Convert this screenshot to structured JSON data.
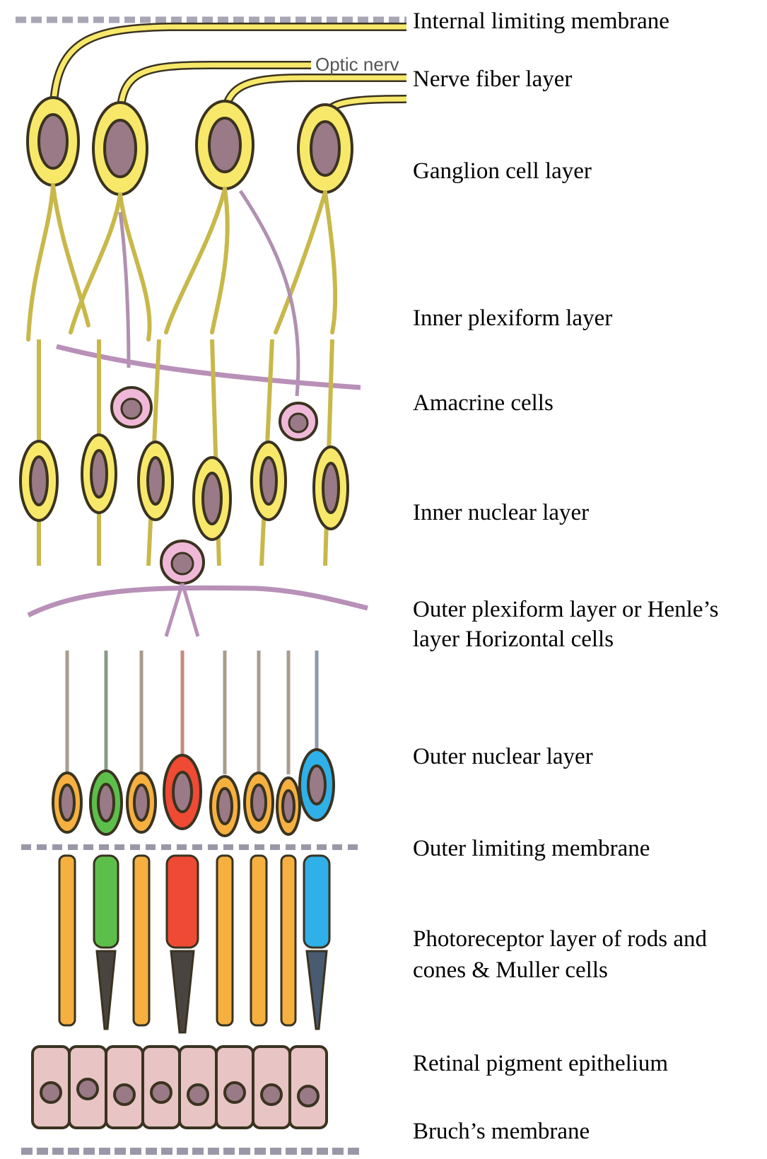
{
  "diagram_text": {
    "optic_nerve": "Optic nerv"
  },
  "labels": [
    {
      "id": "internal-limiting-membrane",
      "text": "Internal limiting membrane"
    },
    {
      "id": "nerve-fiber-layer",
      "text": "Nerve fiber layer"
    },
    {
      "id": "ganglion-cell-layer",
      "text": "Ganglion cell layer"
    },
    {
      "id": "inner-plexiform-layer",
      "text": "Inner plexiform layer"
    },
    {
      "id": "amacrine-cells",
      "text": "Amacrine cells"
    },
    {
      "id": "inner-nuclear-layer",
      "text": "Inner nuclear layer"
    },
    {
      "id": "outer-plexiform-layer",
      "text": "Outer plexiform layer or Henle’s",
      "text2": "layer Horizontal cells"
    },
    {
      "id": "outer-nuclear-layer",
      "text": "Outer nuclear layer"
    },
    {
      "id": "outer-limiting-membrane",
      "text": "Outer limiting membrane"
    },
    {
      "id": "photoreceptor-layer",
      "text": "Photoreceptor layer of rods and",
      "text2": "cones & Muller cells"
    },
    {
      "id": "retinal-pigment-epithelium",
      "text": "Retinal pigment epithelium"
    },
    {
      "id": "bruchs-membrane",
      "text": "Bruch’s membrane"
    }
  ],
  "colors": {
    "neuron_yellow": "#f7e86a",
    "nucleus": "#9a7a86",
    "outline": "#3a3320",
    "amacrine_pink": "#f0b8d8",
    "rod_orange": "#f5b040",
    "cone_green": "#5cbf4a",
    "cone_red": "#ef4a34",
    "cone_blue": "#2fb0e8",
    "rpe_pink": "#e8c4c4",
    "membrane_gray": "#9a98a8"
  }
}
